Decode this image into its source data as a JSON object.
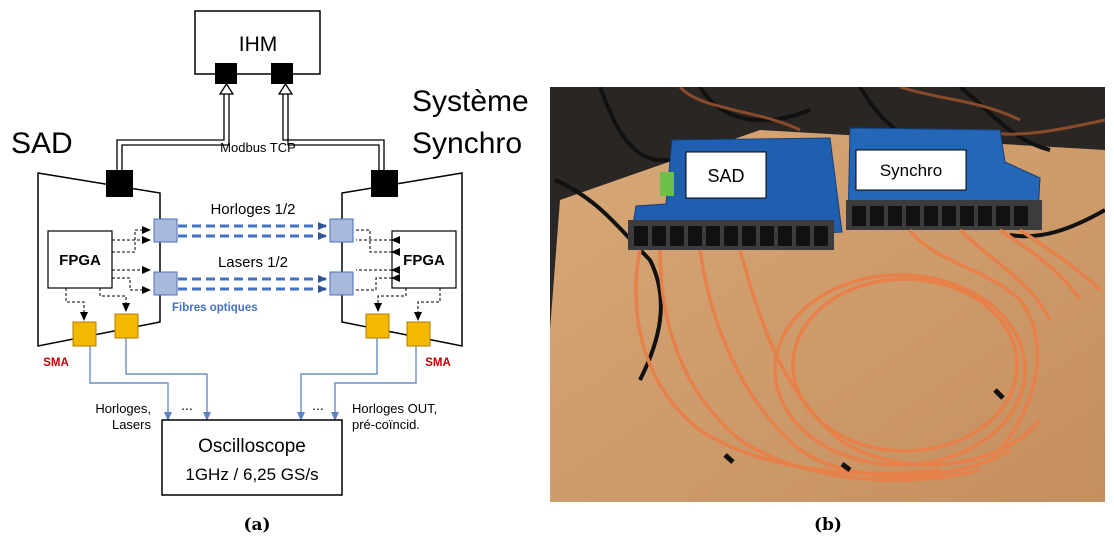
{
  "diagram": {
    "ihm_label": "IHM",
    "sad_label": "SAD",
    "systeme_label_line1": "Système",
    "systeme_label_line2": "Synchro",
    "modbus_label": "Modbus TCP",
    "fpga_left": "FPGA",
    "fpga_right": "FPGA",
    "horloges_label": "Horloges 1/2",
    "lasers_label": "Lasers 1/2",
    "fibres_label": "Fibres optiques",
    "sma_left": "SMA",
    "sma_right": "SMA",
    "left_signals_line1": "Horloges,",
    "left_signals_line2": "Lasers",
    "right_signals_line1": "Horloges OUT,",
    "right_signals_line2": "pré-coïncid.",
    "ellipsis_left": "...",
    "ellipsis_right": "...",
    "oscilloscope_line1": "Oscilloscope",
    "oscilloscope_line2": "1GHz / 6,25 GS/s",
    "caption": "(a)",
    "colors": {
      "blue_box": "#a9b9dd",
      "blue_stroke": "#4b6fb5",
      "fiber": "#4472c4",
      "sma_box": "#f5b800",
      "sma_text": "#c00000",
      "line_blue": "#6c8fc8"
    }
  },
  "photo": {
    "sad_label": "SAD",
    "synchro_label": "Synchro",
    "caption": "(b)"
  }
}
